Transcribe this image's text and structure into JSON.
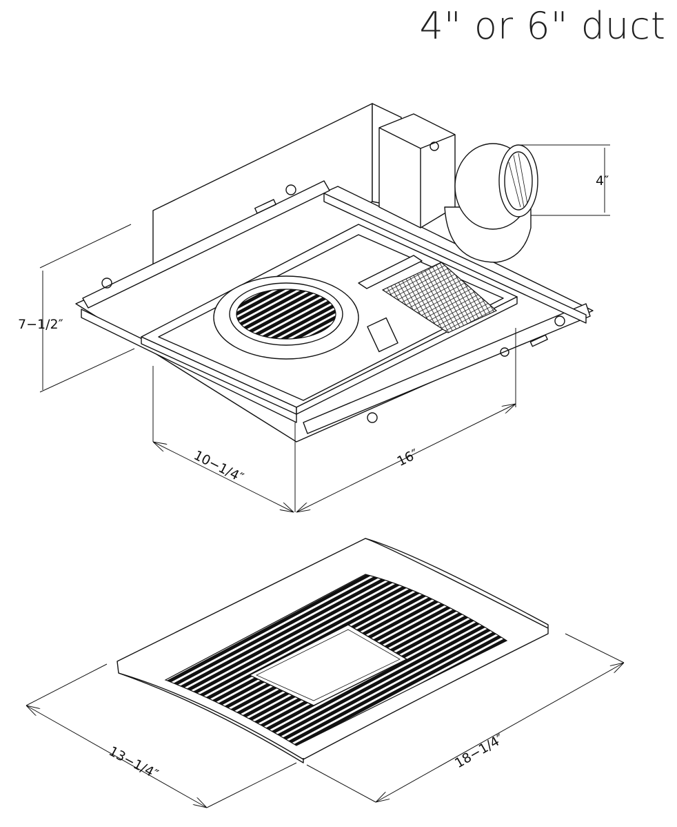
{
  "title": "4\" or 6\" duct",
  "dimensions": {
    "duct": "4″",
    "height": "7−1/2″",
    "depth": "10−1/4″",
    "width": "16″",
    "grille_depth": "13−1/4″",
    "grille_width": "18−1/4″"
  }
}
